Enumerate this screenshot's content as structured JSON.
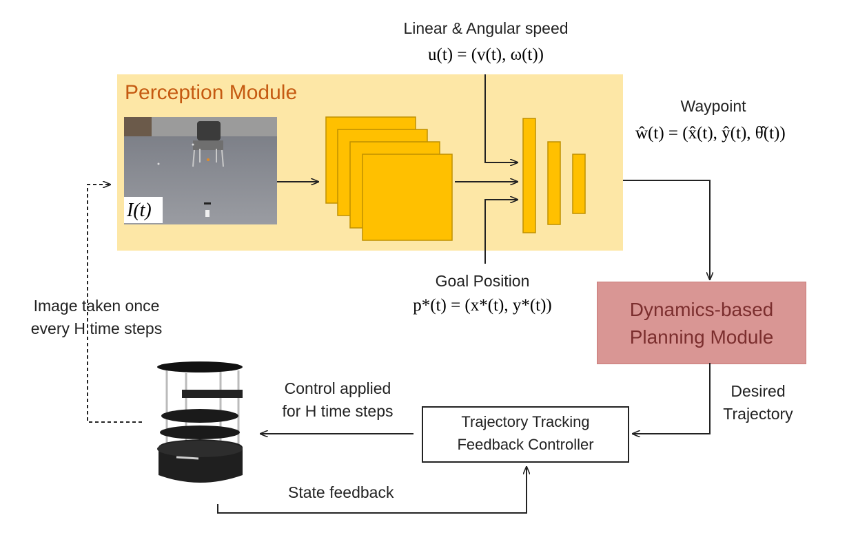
{
  "perception": {
    "title": "Perception Module"
  },
  "image_label": "I(t)",
  "speed": {
    "label": "Linear & Angular speed",
    "formula": "u(t) = (v(t), ω(t))"
  },
  "waypoint": {
    "label": "Waypoint",
    "formula": "ŵ(t) = (x̂(t), ŷ(t), θ̂(t))"
  },
  "goal": {
    "label": "Goal Position",
    "formula": "p*(t) = (x*(t), y*(t))"
  },
  "planning": {
    "line1": "Dynamics-based",
    "line2": "Planning Module"
  },
  "desired": {
    "line1": "Desired",
    "line2": "Trajectory"
  },
  "controller": {
    "line1": "Trajectory Tracking",
    "line2": "Feedback Controller"
  },
  "control_applied": {
    "line1": "Control applied",
    "line2": "for H time steps"
  },
  "image_taken": {
    "line1": "Image taken once",
    "line2": "every H time steps"
  },
  "state_feedback": "State feedback",
  "colors": {
    "perception_bg": "#fde7a6",
    "perception_title": "#c55a11",
    "cnn_fill": "#ffc000",
    "cnn_stroke": "#bf9000",
    "planning_bg": "#d99694",
    "planning_text": "#7b2e2e"
  }
}
